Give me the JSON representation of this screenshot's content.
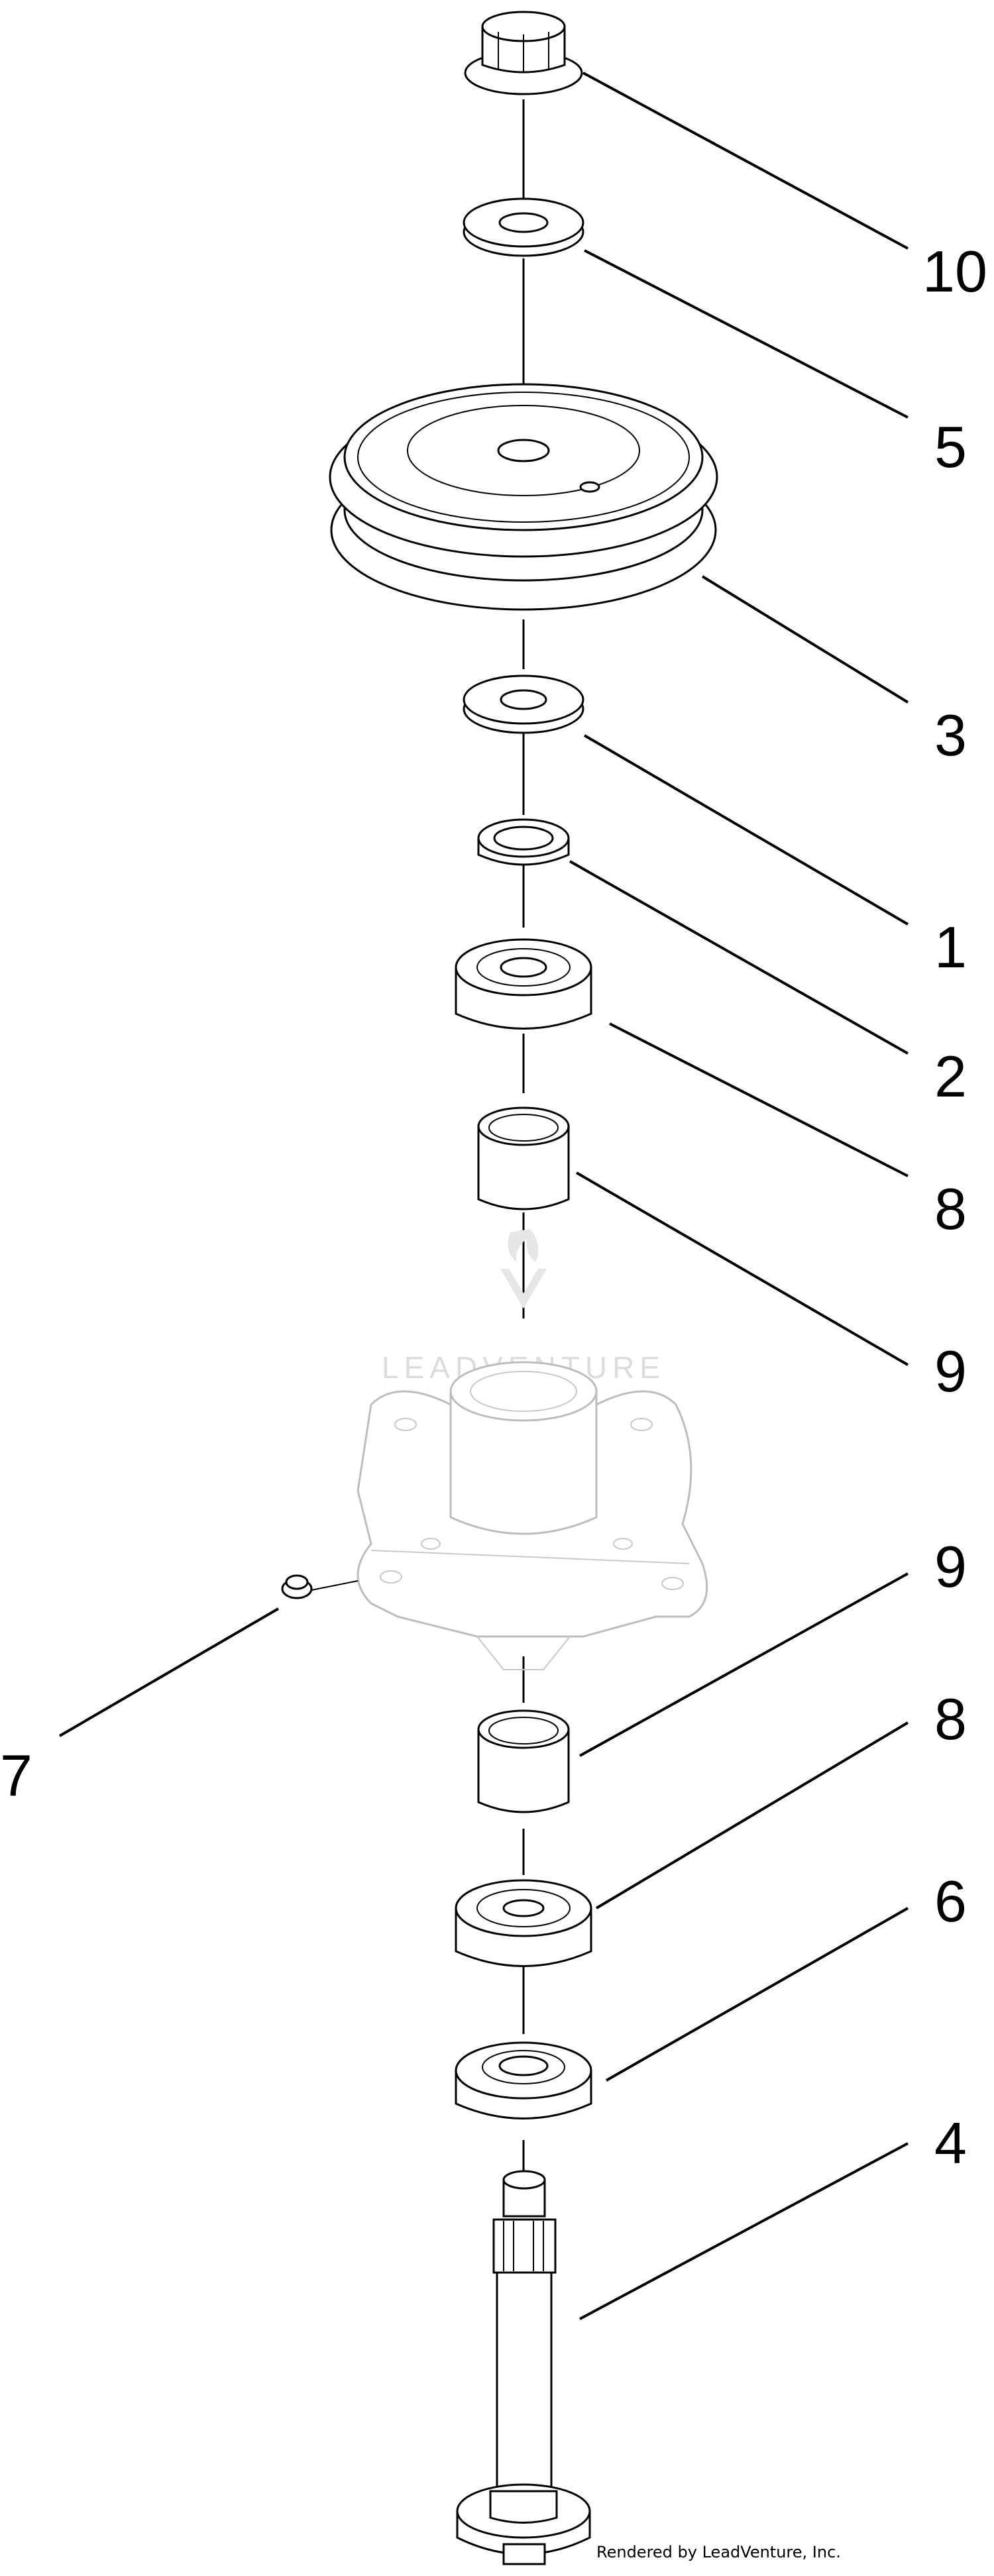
{
  "diagram": {
    "callouts": [
      "10",
      "5",
      "3",
      "1",
      "2",
      "8",
      "9",
      "9",
      "8",
      "6",
      "4",
      "7"
    ],
    "watermark": "LEADVENTURE",
    "credit": "Rendered by LeadVenture, Inc."
  },
  "colors": {
    "line": "#000000",
    "background": "#ffffff",
    "watermark": "#dcdcdc"
  }
}
